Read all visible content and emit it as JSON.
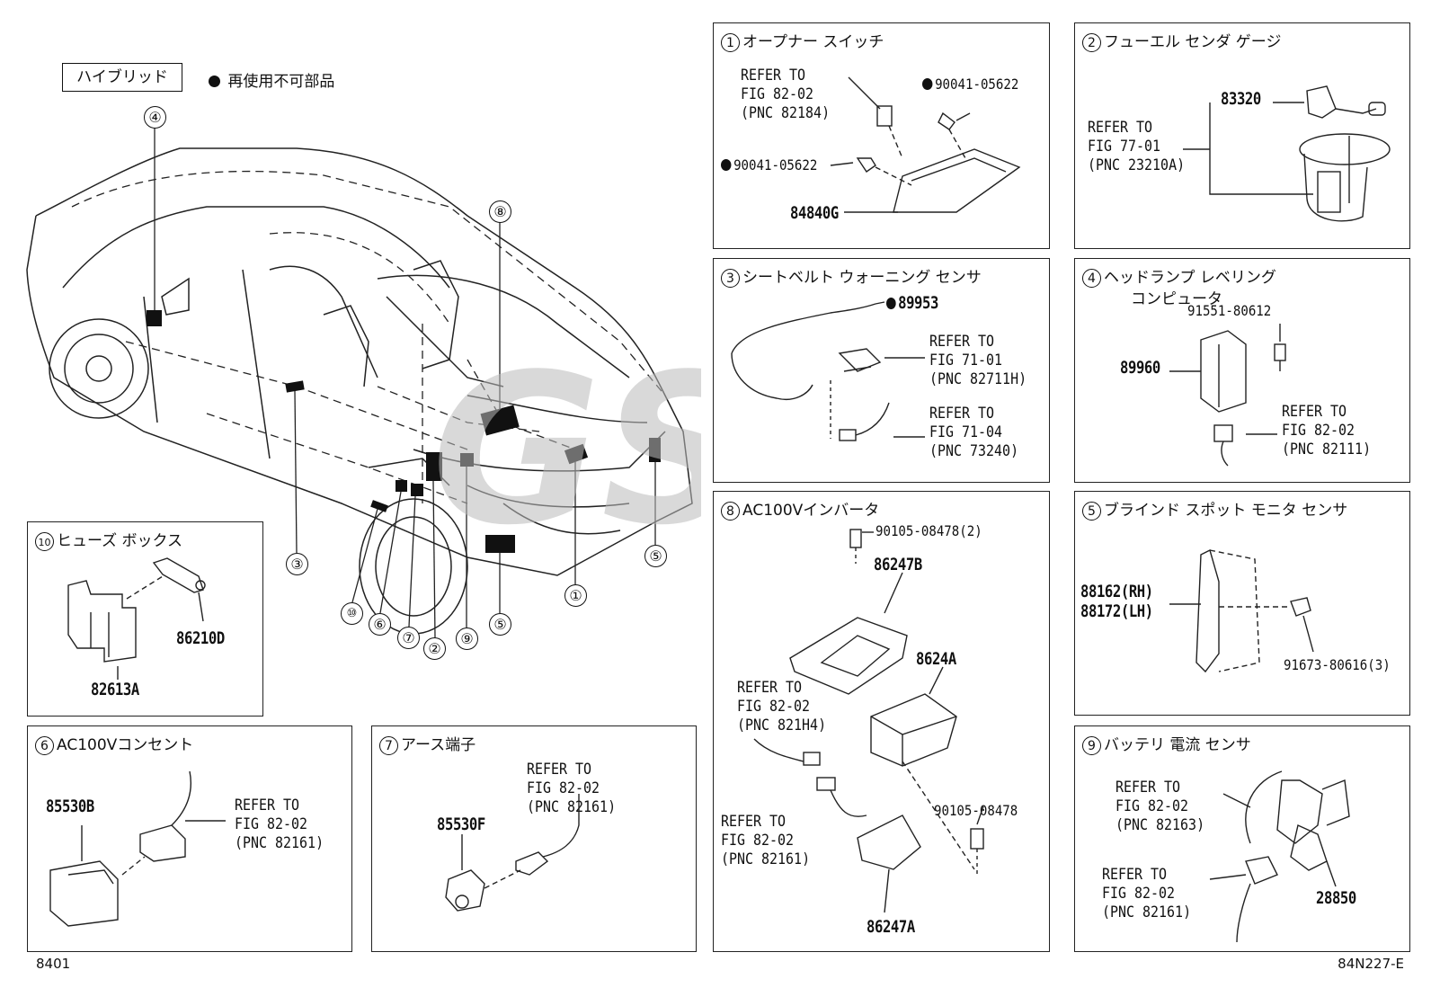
{
  "legend": {
    "hybrid_label": "ハイブリッド",
    "nonreusable_label": "再使用不可部品"
  },
  "main_callouts": [
    "④",
    "⑧",
    "③",
    "⑩",
    "⑥",
    "⑦",
    "②",
    "⑨",
    "⑤",
    "①",
    "⑤"
  ],
  "footer": {
    "left_code": "8401",
    "right_code": "84N227-E"
  },
  "panels": {
    "p1": {
      "num": "1",
      "title": "オープナー スイッチ",
      "ref": "REFER TO\nFIG 82-02\n(PNC 82184)",
      "bolt_a": "90041-05622",
      "bolt_b": "90041-05622",
      "part": "84840G"
    },
    "p2": {
      "num": "2",
      "title": "フューエル センダ ゲージ",
      "part": "83320",
      "ref": "REFER TO\nFIG 77-01\n(PNC 23210A)"
    },
    "p3": {
      "num": "3",
      "title": "シートベルト ウォーニング センサ",
      "part": "89953",
      "ref_a": "REFER TO\nFIG 71-01\n(PNC 82711H)",
      "ref_b": "REFER TO\nFIG 71-04\n(PNC 73240)"
    },
    "p4": {
      "num": "4",
      "title": "ヘッドランプ レベリング",
      "title2": "コンピュータ",
      "bolt": "91551-80612",
      "part": "89960",
      "ref": "REFER TO\nFIG 82-02\n(PNC 82111)"
    },
    "p8": {
      "num": "8",
      "title": "AC100Vインバータ",
      "bolt_a": "90105-08478(2)",
      "bracket_b": "86247B",
      "part": "8624A",
      "ref_a": "REFER TO\nFIG 82-02\n(PNC 821H4)",
      "ref_b": "REFER TO\nFIG 82-02\n(PNC 82161)",
      "bolt_b": "90105-08478",
      "bracket_a": "86247A"
    },
    "p5": {
      "num": "5",
      "title": "ブラインド スポット モニタ センサ",
      "part_rh": "88162(RH)",
      "part_lh": "88172(LH)",
      "bolt": "91673-80616(3)"
    },
    "p10": {
      "num": "10",
      "title": "ヒューズ ボックス",
      "part_a": "86210D",
      "part_b": "82613A"
    },
    "p6": {
      "num": "6",
      "title": "AC100Vコンセント",
      "part": "85530B",
      "ref": "REFER TO\nFIG 82-02\n(PNC 82161)"
    },
    "p7": {
      "num": "7",
      "title": "アース端子",
      "part": "85530F",
      "ref": "REFER TO\nFIG 82-02\n(PNC 82161)"
    },
    "p9": {
      "num": "9",
      "title": "バッテリ 電流 センサ",
      "ref_a": "REFER TO\nFIG 82-02\n(PNC 82163)",
      "ref_b": "REFER TO\nFIG 82-02\n(PNC 82161)",
      "part": "28850"
    }
  }
}
